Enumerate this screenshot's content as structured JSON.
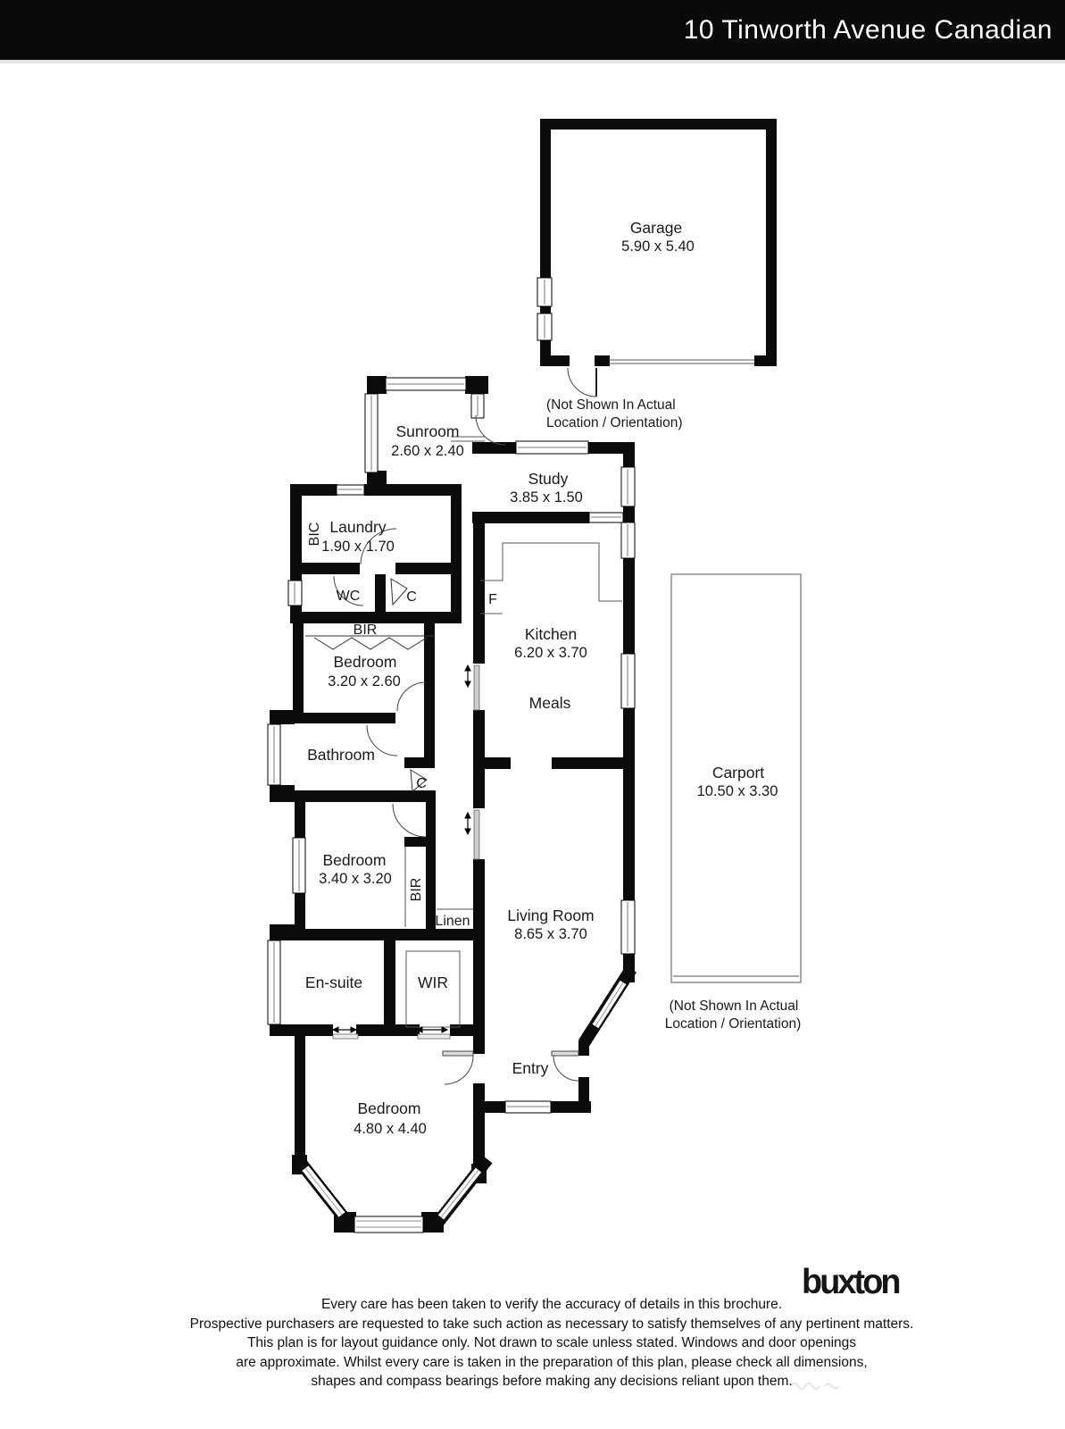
{
  "header": {
    "title": "10 Tinworth Avenue Canadian"
  },
  "plan": {
    "rooms": {
      "garage": {
        "name": "Garage",
        "dims": "5.90 x 5.40"
      },
      "sunroom": {
        "name": "Sunroom",
        "dims": "2.60 x 2.40"
      },
      "study": {
        "name": "Study",
        "dims": "3.85 x 1.50"
      },
      "laundry": {
        "name": "Laundry",
        "dims": "1.90 x 1.70"
      },
      "kitchen": {
        "name": "Kitchen",
        "dims": "6.20 x 3.70"
      },
      "meals": {
        "name": "Meals"
      },
      "carport": {
        "name": "Carport",
        "dims": "10.50 x 3.30"
      },
      "bedroom2": {
        "name": "Bedroom",
        "dims": "3.20 x 2.60"
      },
      "bathroom": {
        "name": "Bathroom"
      },
      "bedroom3": {
        "name": "Bedroom",
        "dims": "3.40 x 3.20"
      },
      "living": {
        "name": "Living Room",
        "dims": "8.65 x 3.70"
      },
      "ensuite": {
        "name": "En-suite"
      },
      "wir": {
        "name": "WIR"
      },
      "linen": {
        "name": "Linen"
      },
      "entry": {
        "name": "Entry"
      },
      "bedroom1": {
        "name": "Bedroom",
        "dims": "4.80 x 4.40"
      }
    },
    "labels": {
      "bic": "BIC",
      "wc": "WC",
      "closet": "C",
      "bir": "BIR",
      "fridge": "F"
    },
    "notes": {
      "not_shown_line1": "(Not Shown In Actual",
      "not_shown_line2": "Location / Orientation)"
    },
    "colors": {
      "wall": "#0b0b0b",
      "thin_line": "#555555",
      "header_bg": "#0a0a0a"
    }
  },
  "footer": {
    "logo": "buxton",
    "disclaimer": [
      "Every care has been taken to verify the accuracy of details in this brochure.",
      "Prospective purchasers are requested to take such action as necessary to satisfy themselves of any pertinent matters.",
      "This plan is for layout guidance only. Not drawn to scale unless stated. Windows and door openings",
      "are approximate. Whilst every care is taken in the preparation of this plan, please check all dimensions,",
      "shapes and compass bearings before making any decisions reliant upon them."
    ]
  }
}
